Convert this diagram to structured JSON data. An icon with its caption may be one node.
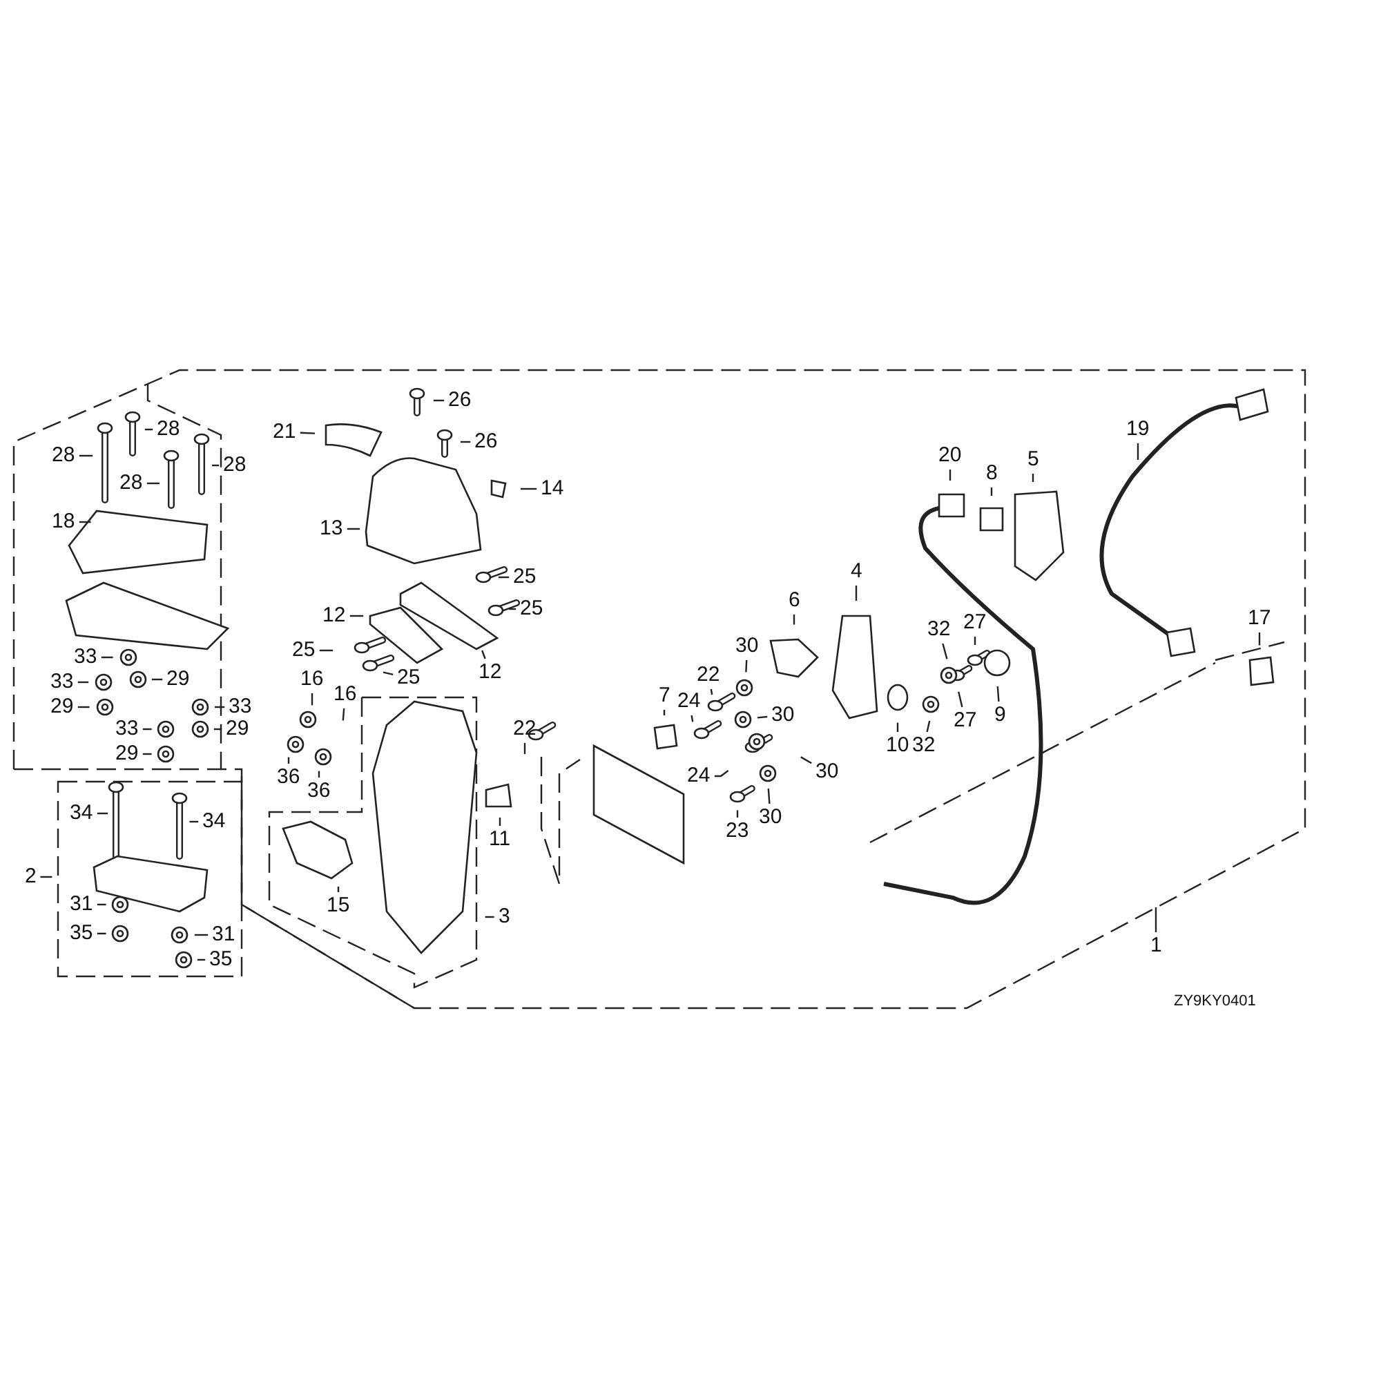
{
  "diagram": {
    "nodes": [
      {
        "text": [
          "26"
        ]
      },
      {
        "text": [
          "26"
        ]
      },
      {
        "text": [
          "21"
        ]
      },
      {
        "text": [
          "28"
        ]
      },
      {
        "text": [
          "28"
        ]
      },
      {
        "text": [
          "28"
        ]
      },
      {
        "text": [
          "28"
        ]
      },
      {
        "text": [
          "14"
        ]
      },
      {
        "text": [
          "13"
        ]
      },
      {
        "text": [
          "18"
        ]
      },
      {
        "text": [
          "25"
        ]
      },
      {
        "text": [
          "25"
        ]
      },
      {
        "text": [
          "12"
        ]
      },
      {
        "text": [
          "12"
        ]
      },
      {
        "text": [
          "25"
        ]
      },
      {
        "text": [
          "25"
        ]
      },
      {
        "text": [
          "33"
        ]
      },
      {
        "text": [
          "33"
        ]
      },
      {
        "text": [
          "29"
        ]
      },
      {
        "text": [
          "29"
        ]
      },
      {
        "text": [
          "33"
        ]
      },
      {
        "text": [
          "33"
        ]
      },
      {
        "text": [
          "29"
        ]
      },
      {
        "text": [
          "29"
        ]
      },
      {
        "text": [
          "16"
        ]
      },
      {
        "text": [
          "16"
        ]
      },
      {
        "text": [
          "36"
        ]
      },
      {
        "text": [
          "36"
        ]
      },
      {
        "text": [
          "22"
        ]
      },
      {
        "text": [
          "11"
        ]
      },
      {
        "text": [
          "15"
        ]
      },
      {
        "text": [
          "3"
        ]
      },
      {
        "text": [
          "34"
        ]
      },
      {
        "text": [
          "34"
        ]
      },
      {
        "text": [
          "2"
        ]
      },
      {
        "text": [
          "31"
        ]
      },
      {
        "text": [
          "35"
        ]
      },
      {
        "text": [
          "31"
        ]
      },
      {
        "text": [
          "35"
        ]
      },
      {
        "text": [
          "1"
        ]
      },
      {
        "text": [
          "20"
        ]
      },
      {
        "text": [
          "8"
        ]
      },
      {
        "text": [
          "5"
        ]
      },
      {
        "text": [
          "19"
        ]
      },
      {
        "text": [
          "4"
        ]
      },
      {
        "text": [
          "6"
        ]
      },
      {
        "text": [
          "17"
        ]
      },
      {
        "text": [
          "30"
        ]
      },
      {
        "text": [
          "22"
        ]
      },
      {
        "text": [
          "27"
        ]
      },
      {
        "text": [
          "32"
        ]
      },
      {
        "text": [
          "24"
        ]
      },
      {
        "text": [
          "30"
        ]
      },
      {
        "text": [
          "7"
        ]
      },
      {
        "text": [
          "10"
        ]
      },
      {
        "text": [
          "9"
        ]
      },
      {
        "text": [
          "27"
        ]
      },
      {
        "text": [
          "32"
        ]
      },
      {
        "text": [
          "24"
        ]
      },
      {
        "text": [
          "30"
        ]
      },
      {
        "text": [
          "23"
        ]
      },
      {
        "text": [
          "30"
        ]
      }
    ],
    "edges": [
      {
        "from": 0,
        "to": null,
        "arrow": "none"
      },
      {
        "from": 1,
        "to": null,
        "arrow": "none"
      },
      {
        "from": 2,
        "to": null,
        "arrow": "none"
      },
      {
        "from": 3,
        "to": null,
        "arrow": "none"
      },
      {
        "from": 4,
        "to": null,
        "arrow": "none"
      },
      {
        "from": 5,
        "to": null,
        "arrow": "none"
      },
      {
        "from": 6,
        "to": null,
        "arrow": "none"
      },
      {
        "from": 7,
        "to": null,
        "arrow": "none"
      },
      {
        "from": 8,
        "to": null,
        "arrow": "none"
      },
      {
        "from": 9,
        "to": null,
        "arrow": "none"
      },
      {
        "from": 10,
        "to": null,
        "arrow": "none"
      },
      {
        "from": 11,
        "to": null,
        "arrow": "none"
      },
      {
        "from": 12,
        "to": null,
        "arrow": "none"
      },
      {
        "from": 13,
        "to": null,
        "arrow": "none"
      },
      {
        "from": 14,
        "to": null,
        "arrow": "none"
      },
      {
        "from": 15,
        "to": null,
        "arrow": "none"
      },
      {
        "from": 16,
        "to": null,
        "arrow": "none"
      },
      {
        "from": 17,
        "to": null,
        "arrow": "none"
      },
      {
        "from": 18,
        "to": null,
        "arrow": "none"
      },
      {
        "from": 19,
        "to": null,
        "arrow": "none"
      },
      {
        "from": 20,
        "to": null,
        "arrow": "none"
      },
      {
        "from": 21,
        "to": null,
        "arrow": "none"
      },
      {
        "from": 22,
        "to": null,
        "arrow": "none"
      },
      {
        "from": 23,
        "to": null,
        "arrow": "none"
      },
      {
        "from": 24,
        "to": null,
        "arrow": "none"
      },
      {
        "from": 25,
        "to": null,
        "arrow": "none"
      },
      {
        "from": 26,
        "to": null,
        "arrow": "none"
      },
      {
        "from": 27,
        "to": null,
        "arrow": "none"
      },
      {
        "from": 28,
        "to": null,
        "arrow": "none"
      },
      {
        "from": 29,
        "to": null,
        "arrow": "none"
      },
      {
        "from": 30,
        "to": null,
        "arrow": "none"
      },
      {
        "from": 31,
        "to": null,
        "arrow": "none"
      },
      {
        "from": 32,
        "to": null,
        "arrow": "none"
      },
      {
        "from": 33,
        "to": null,
        "arrow": "none"
      },
      {
        "from": 34,
        "to": null,
        "arrow": "none"
      },
      {
        "from": 35,
        "to": null,
        "arrow": "none"
      },
      {
        "from": 36,
        "to": null,
        "arrow": "none"
      },
      {
        "from": 37,
        "to": null,
        "arrow": "none"
      },
      {
        "from": 38,
        "to": null,
        "arrow": "none"
      },
      {
        "from": 39,
        "to": null,
        "arrow": "none"
      },
      {
        "from": 40,
        "to": null,
        "arrow": "none"
      },
      {
        "from": 41,
        "to": null,
        "arrow": "none"
      },
      {
        "from": 42,
        "to": null,
        "arrow": "none"
      },
      {
        "from": 43,
        "to": null,
        "arrow": "none"
      },
      {
        "from": 44,
        "to": null,
        "arrow": "none"
      },
      {
        "from": 45,
        "to": null,
        "arrow": "none"
      },
      {
        "from": 46,
        "to": null,
        "arrow": "none"
      },
      {
        "from": 47,
        "to": null,
        "arrow": "none"
      },
      {
        "from": 48,
        "to": null,
        "arrow": "none"
      },
      {
        "from": 49,
        "to": null,
        "arrow": "none"
      },
      {
        "from": 50,
        "to": null,
        "arrow": "none"
      },
      {
        "from": 51,
        "to": null,
        "arrow": "none"
      },
      {
        "from": 52,
        "to": null,
        "arrow": "none"
      },
      {
        "from": 53,
        "to": null,
        "arrow": "none"
      },
      {
        "from": 54,
        "to": null,
        "arrow": "none"
      },
      {
        "from": 55,
        "to": null,
        "arrow": "none"
      },
      {
        "from": 56,
        "to": null,
        "arrow": "none"
      },
      {
        "from": 57,
        "to": null,
        "arrow": "none"
      },
      {
        "from": 58,
        "to": null,
        "arrow": "none"
      },
      {
        "from": 59,
        "to": null,
        "arrow": "none"
      },
      {
        "from": 60,
        "to": null,
        "arrow": "none"
      },
      {
        "from": 61,
        "to": null,
        "arrow": "none"
      }
    ],
    "labels": [
      "ZY9KY0401"
    ]
  }
}
